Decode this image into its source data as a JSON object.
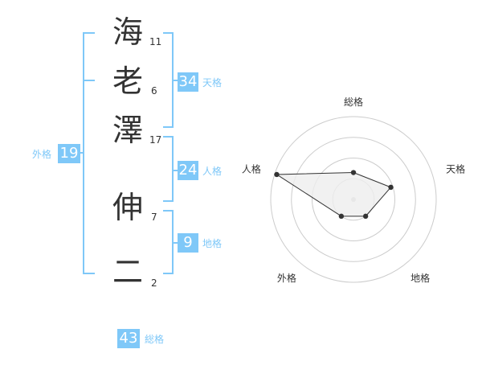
{
  "accent_color": "#7fc8f8",
  "name_chars": [
    {
      "char": "海",
      "strokes": "11"
    },
    {
      "char": "老",
      "strokes": "6"
    },
    {
      "char": "澤",
      "strokes": "17"
    },
    {
      "char": "伸",
      "strokes": "7"
    },
    {
      "char": "二",
      "strokes": "2"
    }
  ],
  "fortunes": {
    "tenkaku": {
      "label": "天格",
      "value": "34"
    },
    "jinkaku": {
      "label": "人格",
      "value": "24"
    },
    "chikaku": {
      "label": "地格",
      "value": "9"
    },
    "gaikaku": {
      "label": "外格",
      "value": "19"
    },
    "soukaku": {
      "label": "総格",
      "value": "43"
    }
  },
  "chart_data": {
    "type": "radar",
    "axes": [
      "総格",
      "天格",
      "地格",
      "外格",
      "人格"
    ],
    "max": 4,
    "rings": 4,
    "values": [
      1.3,
      1.9,
      1.0,
      1.0,
      3.9
    ],
    "series_color": "#333333",
    "fill_color": "#eeeeee",
    "grid_color": "#cccccc"
  }
}
